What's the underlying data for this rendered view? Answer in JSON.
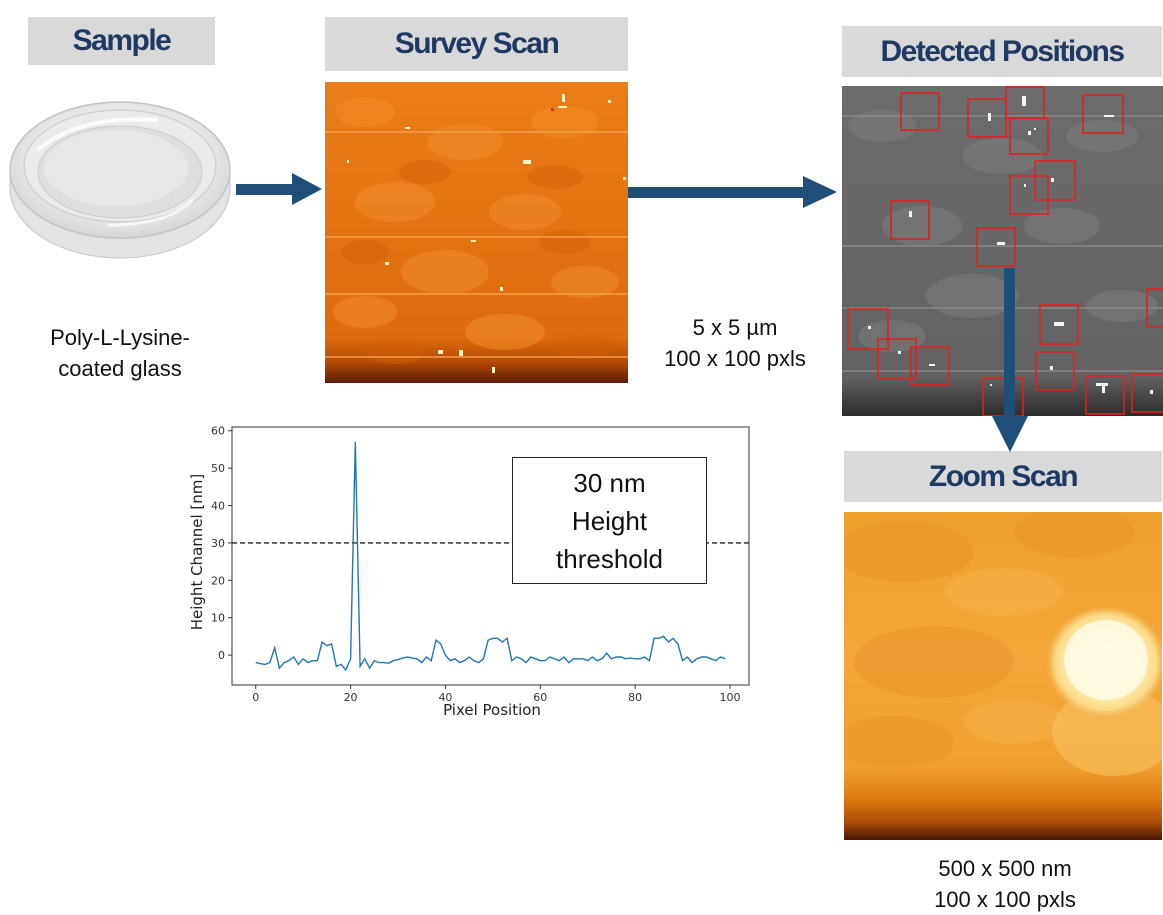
{
  "labels": {
    "sample": "Sample",
    "survey_scan": "Survey Scan",
    "detected_positions": "Detected Positions",
    "zoom_scan": "Zoom Scan"
  },
  "captions": {
    "sample_line1": "Poly-L-Lysine-",
    "sample_line2": "coated glass",
    "survey_line1": "5 x 5 µm",
    "survey_line2": "100 x 100 pxls",
    "zoom_line1": "500 x 500 nm",
    "zoom_line2": "100 x 100 pxls"
  },
  "threshold_box": {
    "line1": "30 nm",
    "line2": "Height",
    "line3": "threshold"
  },
  "colors": {
    "label_bg": "#d9d9d9",
    "label_text": "#1f3864",
    "arrow": "#1f4e79",
    "detection_box": "#e02020",
    "plot_line": "#1f77b4"
  },
  "chart_data": {
    "type": "line",
    "xlabel": "Pixel Position",
    "ylabel": "Height Channel [nm]",
    "xlim": [
      -5,
      104
    ],
    "ylim": [
      -8,
      61
    ],
    "xticks": [
      0,
      20,
      40,
      60,
      80,
      100
    ],
    "yticks": [
      0,
      10,
      20,
      30,
      40,
      50,
      60
    ],
    "threshold": 30,
    "x": [
      0,
      1,
      2,
      3,
      4,
      5,
      6,
      7,
      8,
      9,
      10,
      11,
      12,
      13,
      14,
      15,
      16,
      17,
      18,
      19,
      20,
      21,
      22,
      23,
      24,
      25,
      26,
      27,
      28,
      29,
      30,
      31,
      32,
      33,
      34,
      35,
      36,
      37,
      38,
      39,
      40,
      41,
      42,
      43,
      44,
      45,
      46,
      47,
      48,
      49,
      50,
      51,
      52,
      53,
      54,
      55,
      56,
      57,
      58,
      59,
      60,
      61,
      62,
      63,
      64,
      65,
      66,
      67,
      68,
      69,
      70,
      71,
      72,
      73,
      74,
      75,
      76,
      77,
      78,
      79,
      80,
      81,
      82,
      83,
      84,
      85,
      86,
      87,
      88,
      89,
      90,
      91,
      92,
      93,
      94,
      95,
      96,
      97,
      98,
      99
    ],
    "values": [
      -2,
      -2.3,
      -2.5,
      -2,
      2,
      -3.5,
      -2,
      -1.5,
      -0.5,
      -2.5,
      -1,
      -2,
      -1.5,
      -1.5,
      3.5,
      2.5,
      3,
      -3,
      -2.5,
      -4,
      -1,
      57,
      -3,
      -1,
      -3.5,
      -1.5,
      -2,
      -2,
      -2.2,
      -1.5,
      -1.2,
      -0.8,
      -0.5,
      -0.8,
      -1,
      -2,
      -0.5,
      -1.5,
      4,
      3,
      0,
      -1.5,
      -1,
      -2,
      -1.5,
      -0.5,
      -1.5,
      -2,
      -1,
      4,
      4.5,
      4.5,
      3.5,
      4.5,
      -1.5,
      -0.5,
      -1,
      -2,
      -0.5,
      -1,
      -1.5,
      -1.5,
      -0.5,
      -1,
      -1.5,
      -0.5,
      -2,
      -1,
      -1,
      -1,
      -1.5,
      -0.5,
      -1.5,
      -1,
      0.5,
      -1,
      -0.5,
      -0.5,
      -1,
      -0.8,
      -1,
      -1,
      -0.5,
      -1.5,
      4.5,
      4.5,
      5,
      3.5,
      4.5,
      3,
      -1.5,
      -0.5,
      -2,
      -1,
      -0.5,
      -0.5,
      -1,
      -1.5,
      -0.5,
      -1
    ]
  }
}
